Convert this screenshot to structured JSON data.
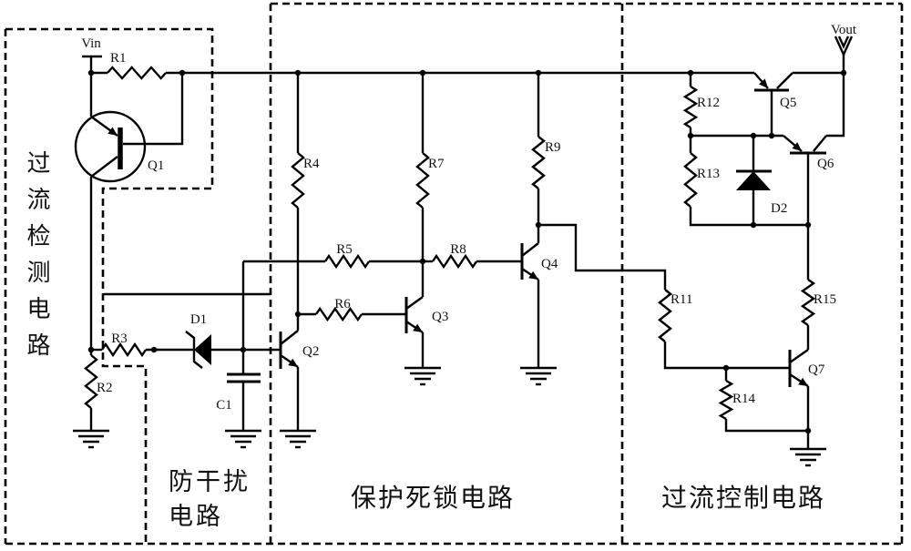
{
  "title": "过流保护电路原理图",
  "blocks": {
    "overcurrent_detection": "过流检测电路",
    "anti_interference": [
      "防干扰",
      "电路"
    ],
    "protection_deadlock": "保护死锁电路",
    "overcurrent_control": "过流控制电路"
  },
  "ports": {
    "input": "Vin",
    "output": "Vout"
  },
  "components": {
    "resistors": {
      "R1": "R1",
      "R2": "R2",
      "R3": "R3",
      "R4": "R4",
      "R5": "R5",
      "R6": "R6",
      "R7": "R7",
      "R8": "R8",
      "R9": "R9",
      "R11": "R11",
      "R12": "R12",
      "R13": "R13",
      "R14": "R14",
      "R15": "R15"
    },
    "transistors": {
      "Q1": "Q1",
      "Q2": "Q2",
      "Q3": "Q3",
      "Q4": "Q4",
      "Q5": "Q5",
      "Q6": "Q6",
      "Q7": "Q7"
    },
    "diodes": {
      "D1": "D1",
      "D2": "D2"
    },
    "capacitors": {
      "C1": "C1"
    }
  }
}
